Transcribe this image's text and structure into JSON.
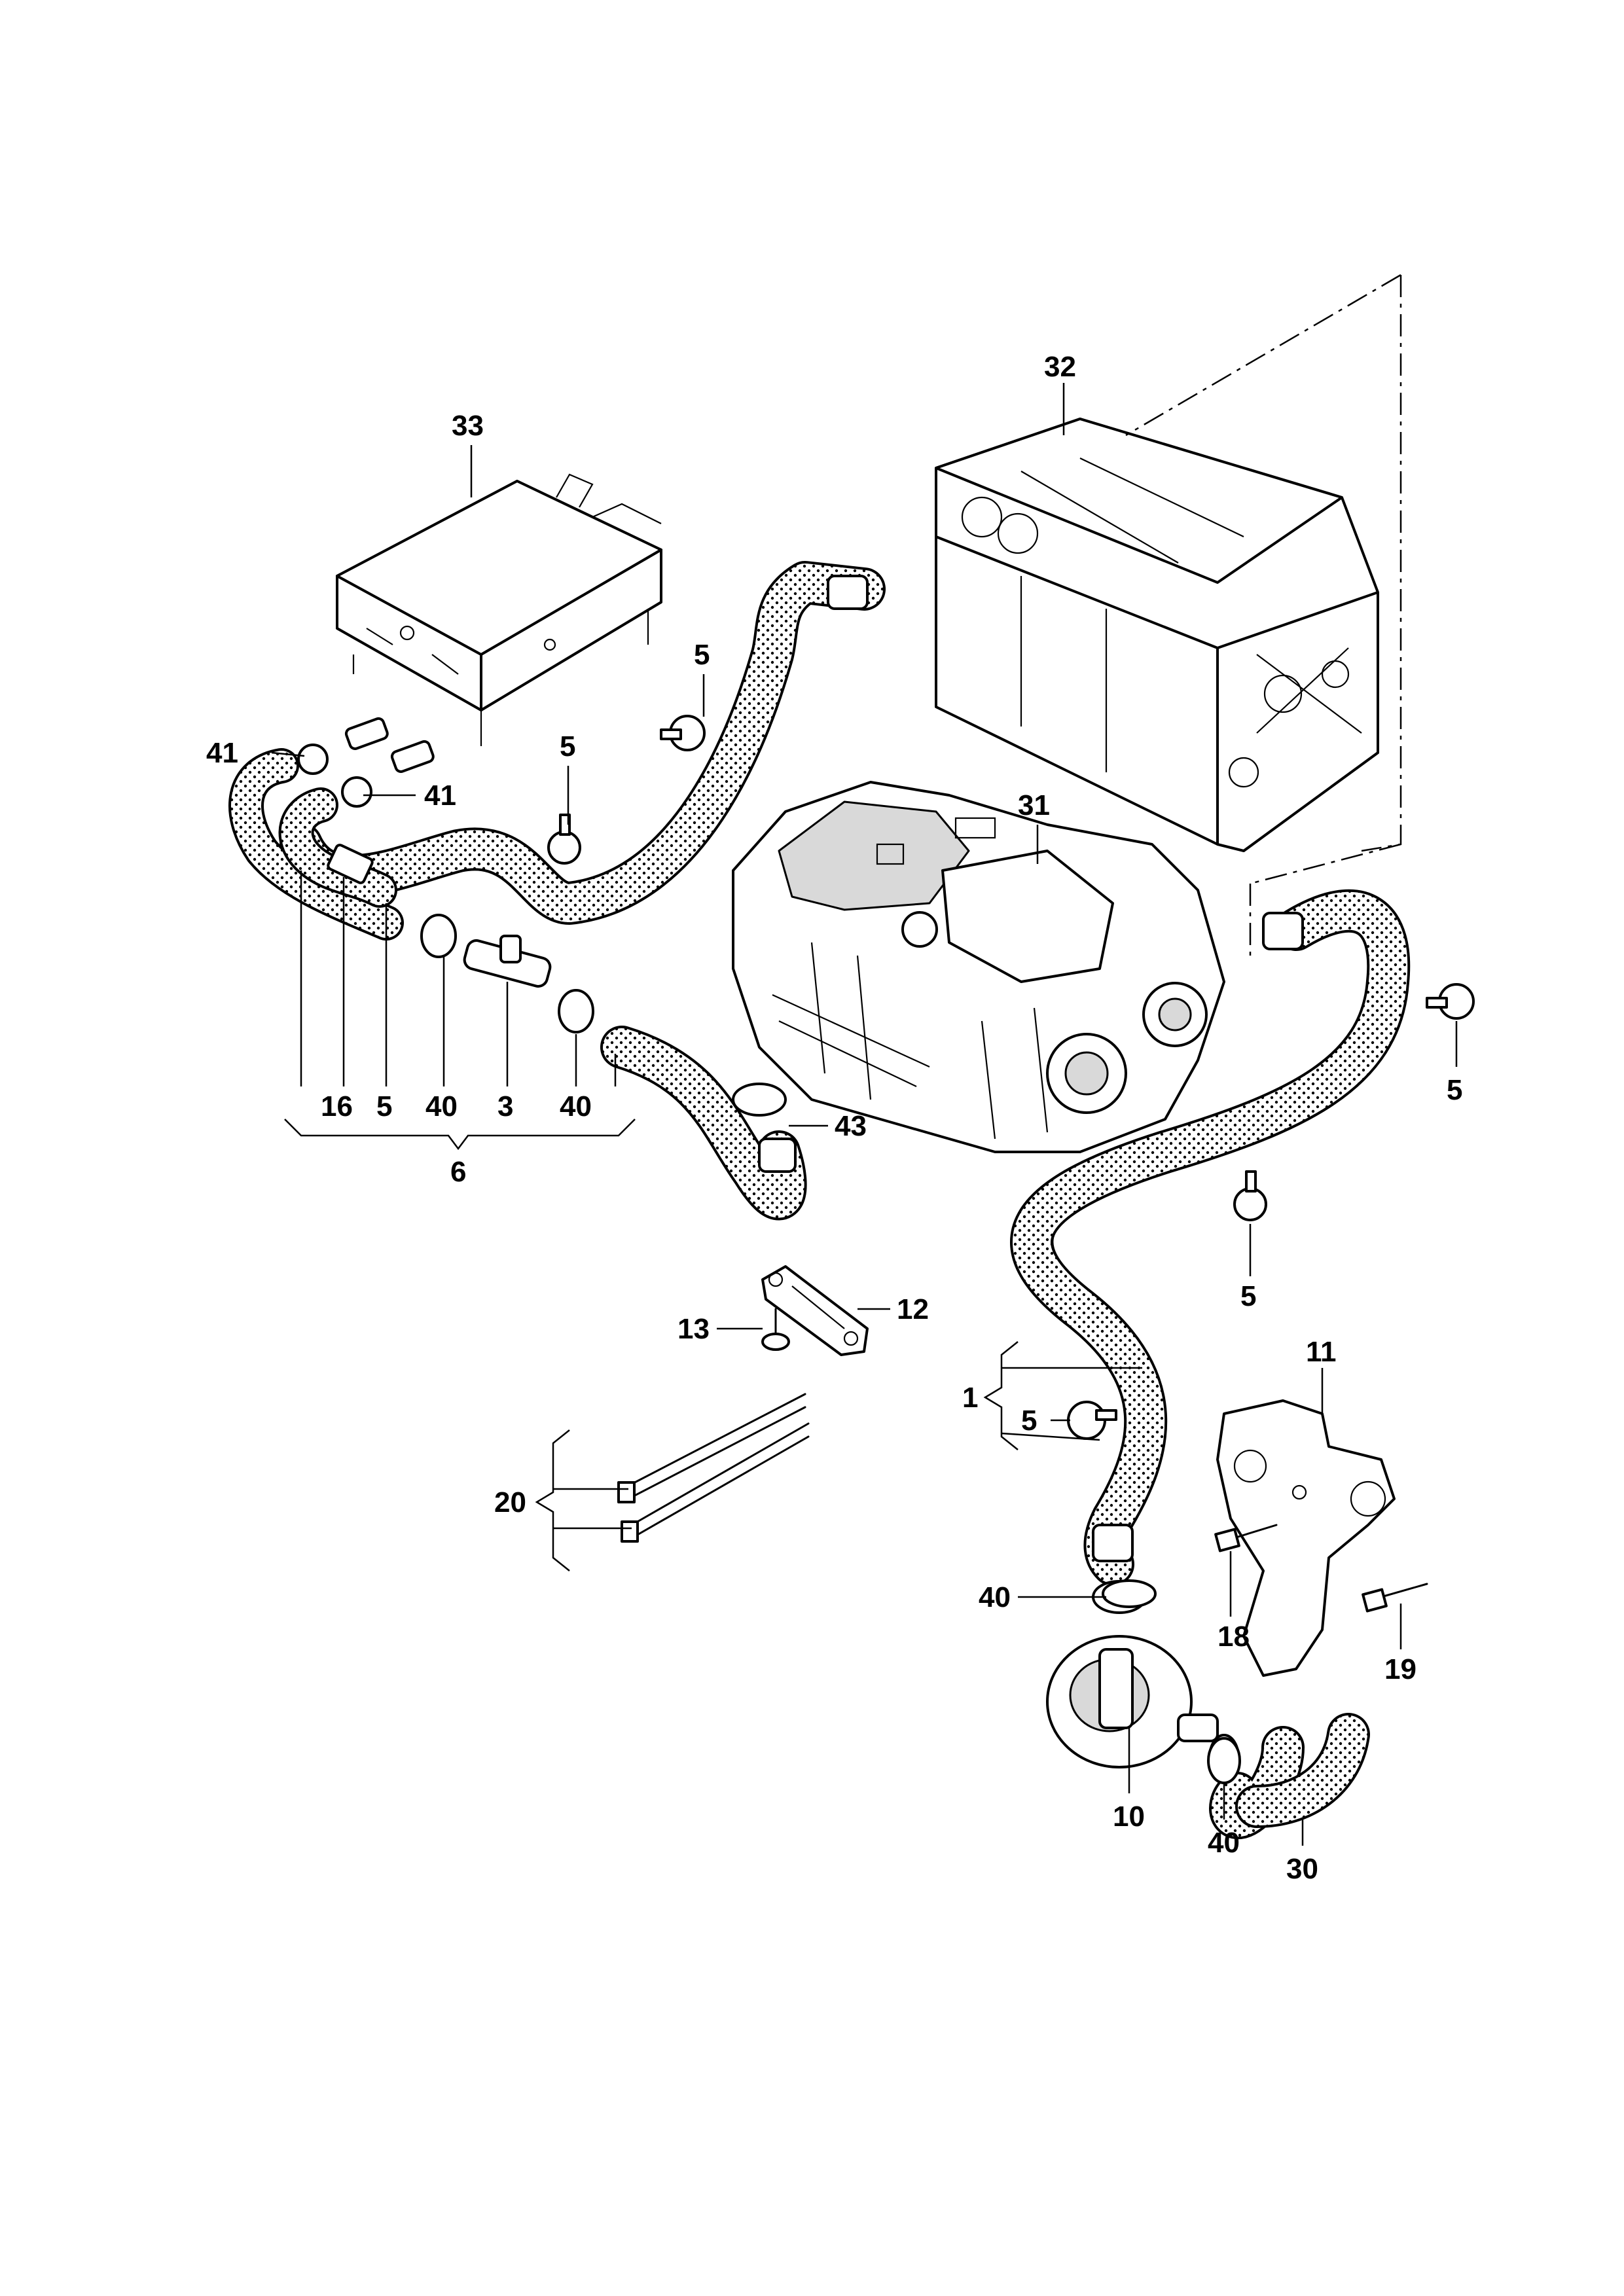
{
  "callouts": {
    "c1": "1",
    "c3": "3",
    "c5a": "5",
    "c5b": "5",
    "c5c": "5",
    "c5d": "5",
    "c5e": "5",
    "c5f": "5",
    "c6": "6",
    "c10": "10",
    "c11": "11",
    "c12": "12",
    "c13": "13",
    "c16": "16",
    "c18": "18",
    "c19": "19",
    "c20": "20",
    "c30": "30",
    "c31": "31",
    "c32": "32",
    "c33": "33",
    "c40a": "40",
    "c40b": "40",
    "c40c": "40",
    "c40d": "40",
    "c41a": "41",
    "c41b": "41",
    "c43": "43"
  }
}
